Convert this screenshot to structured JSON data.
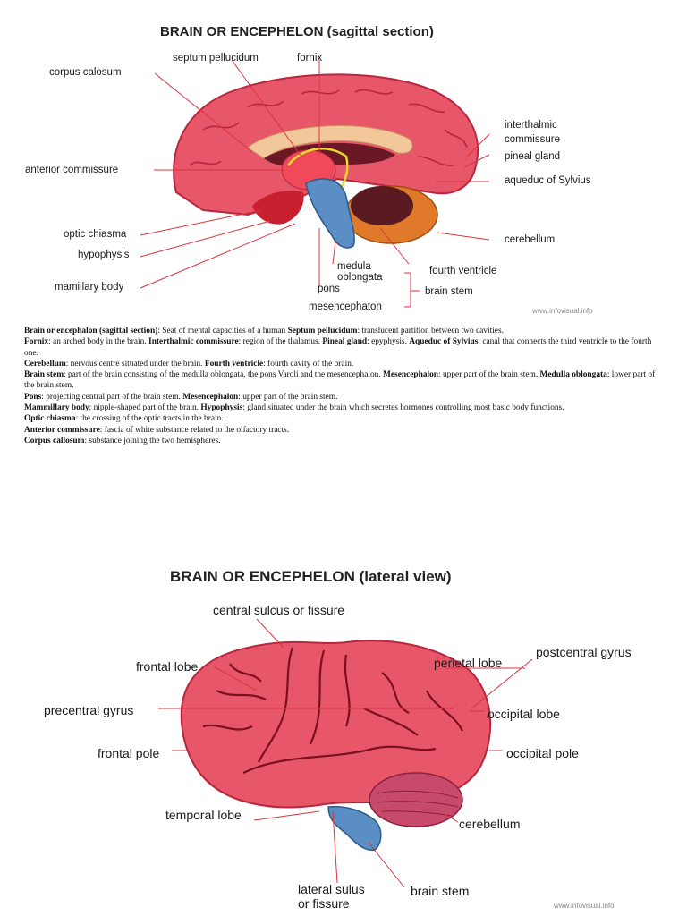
{
  "colors": {
    "brain": "#e8566a",
    "brain_dark": "#b8273e",
    "stem": "#5a8ec4",
    "cerebellum": "#e07a2a",
    "leader": "#d9363c"
  },
  "diagram1": {
    "title": "BRAIN OR ENCEPHELON (sagittal section)",
    "labels": {
      "corpus_calosum": "corpus calosum",
      "septum_pellucidum": "septum pellucidum",
      "fornix": "fornix",
      "interthalmic": "interthalmic",
      "commissure": "commissure",
      "pineal_gland": "pineal gland",
      "anterior_commissure": "anterior commissure",
      "aqueduc_of_sylvius": "aqueduc of Sylvius",
      "optic_chiasma": "optic chiasma",
      "cerebellum": "cerebellum",
      "hypophysis": "hypophysis",
      "medula": "medula",
      "oblongata": "oblongata",
      "fourth_ventricle": "fourth ventricle",
      "mamillary_body": "mamillary body",
      "pons": "pons",
      "brain_stem": "brain stem",
      "mesencephaton": "mesencephaton"
    },
    "credit": "www.infovisual.info"
  },
  "text": {
    "p1": {
      "t1": "Brain or encephalon (sagittal section)",
      "d1": ": Seat of mental capacities of a human ",
      "t2": "Septum pellucidum",
      "d2": ": translucent partition between two cavities."
    },
    "p2": {
      "t1": "Fornix",
      "d1": ": an arched body in the brain. ",
      "t2": "Interthalmic commissure",
      "d2": ": region of the thalamus. ",
      "t3": "Pineal gland",
      "d3": ": epyphysis. ",
      "t4": "Aqueduc of Sylvius",
      "d4": ": canal that connects the third ventricle to the fourth one."
    },
    "p3": {
      "t1": "Cerebellum",
      "d1": ": nervous centre situated under the brain. ",
      "t2": "Fourth ventricle",
      "d2": ": fourth cavity of the brain."
    },
    "p4": {
      "t1": "Brain stem",
      "d1": ": part of the brain consisting of the medulla oblongata, the pons Varoli and the mesencephalon. ",
      "t2": "Mesencephalon",
      "d2": ": upper part of the brain stem. ",
      "t3": "Medulla oblongata",
      "d3": ": lower part of the brain stem."
    },
    "p5": {
      "t1": "Pons",
      "d1": ": projecting central part of the brain stem. ",
      "t2": "Mesencephalon",
      "d2": ": upper part of the brain stem."
    },
    "p6": {
      "t1": "Mammillary body",
      "d1": ": nipple-shaped part of the brain.  ",
      "t2": "Hypophysis",
      "d2": ": gland situated under the brain which secretes hormones controlling most basic body functions."
    },
    "p7": {
      "t1": "Optic chiasma",
      "d1": ": the crossing of the optic tracts in the brain."
    },
    "p8": {
      "t1": "Anterior commissure",
      "d1": ": fascia of white substance related to the olfactory tracts."
    },
    "p9": {
      "t1": "Corpus callosum",
      "d1": ": substance joining the two hemispheres."
    }
  },
  "diagram2": {
    "title": "BRAIN OR ENCEPHELON (lateral view)",
    "labels": {
      "central_sulcus": "central sulcus or fissure",
      "frontal_lobe": "frontal lobe",
      "perietal_lobe": "perietal lobe",
      "postcentral_gyrus": "postcentral gyrus",
      "precentral_gyrus": "precentral gyrus",
      "occipital_lobe": "occipital lobe",
      "frontal_pole": "frontal pole",
      "occipital_pole": "occipital pole",
      "temporal_lobe": "temporal lobe",
      "cerebellum": "cerebellum",
      "lateral_sulus": "lateral sulus",
      "or_fissure": "or fissure",
      "brain_stem": "brain stem"
    },
    "credit": "www.infovisual.info"
  }
}
